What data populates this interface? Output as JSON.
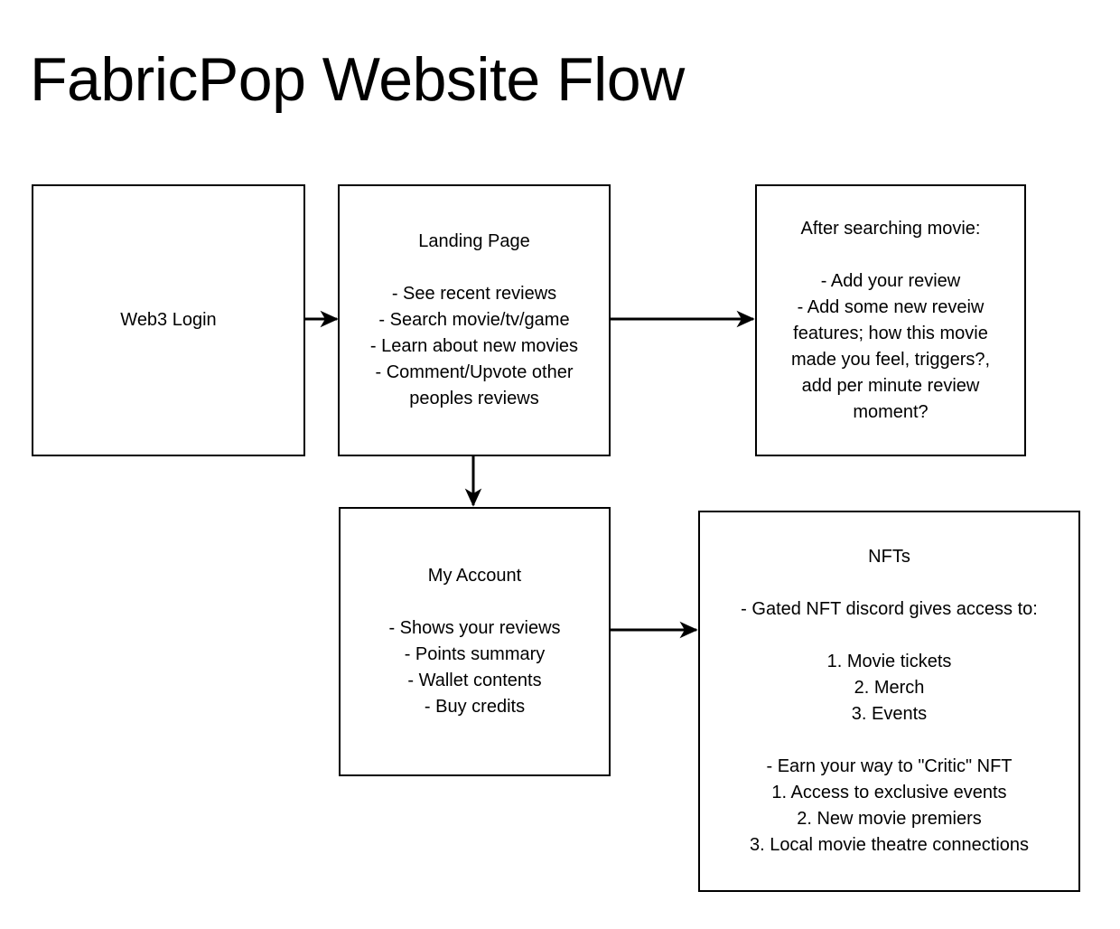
{
  "title": "FabricPop Website Flow",
  "colors": {
    "background": "#ffffff",
    "stroke": "#000000",
    "text": "#000000"
  },
  "nodes": [
    {
      "id": "web3-login",
      "title": "Web3 Login",
      "lines": []
    },
    {
      "id": "landing-page",
      "title": "Landing Page",
      "lines": [
        "- See recent reviews",
        "- Search movie/tv/game",
        "- Learn about new movies",
        "- Comment/Upvote other",
        "peoples reviews"
      ]
    },
    {
      "id": "after-search",
      "title": "After searching movie:",
      "lines": [
        "- Add your review",
        "- Add some new reveiw",
        "features; how this movie",
        "made you feel, triggers?,",
        "add per minute review",
        "moment?"
      ]
    },
    {
      "id": "my-account",
      "title": "My Account",
      "lines": [
        "- Shows your reviews",
        "- Points summary",
        "- Wallet contents",
        "- Buy credits"
      ]
    },
    {
      "id": "nfts",
      "title": "NFTs",
      "lines": [
        "- Gated NFT discord gives access to:",
        "",
        "1. Movie tickets",
        "2. Merch",
        "3. Events",
        "",
        "- Earn your way to \"Critic\" NFT",
        "1. Access to exclusive events",
        "2. New movie premiers",
        "3. Local movie theatre connections"
      ]
    }
  ],
  "edges": [
    {
      "id": "web3-login-to-landing-page",
      "from": "web3-login",
      "to": "landing-page",
      "direction": "right"
    },
    {
      "id": "landing-page-to-after-search",
      "from": "landing-page",
      "to": "after-search",
      "direction": "right"
    },
    {
      "id": "landing-page-to-my-account",
      "from": "landing-page",
      "to": "my-account",
      "direction": "down"
    },
    {
      "id": "my-account-to-nfts",
      "from": "my-account",
      "to": "nfts",
      "direction": "right"
    }
  ]
}
